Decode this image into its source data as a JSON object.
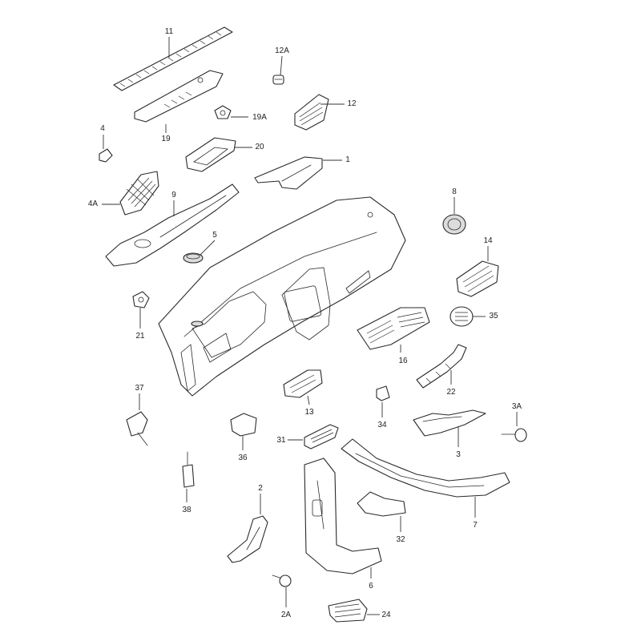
{
  "diagram": {
    "watermark": "",
    "callouts": [
      "11",
      "12A",
      "12",
      "19A",
      "19",
      "4",
      "20",
      "1",
      "4A",
      "9",
      "8",
      "5",
      "14",
      "21",
      "35",
      "16",
      "22",
      "37",
      "13",
      "34",
      "3A",
      "3",
      "31",
      "36",
      "38",
      "2",
      "32",
      "7",
      "6",
      "2A",
      "24"
    ]
  }
}
